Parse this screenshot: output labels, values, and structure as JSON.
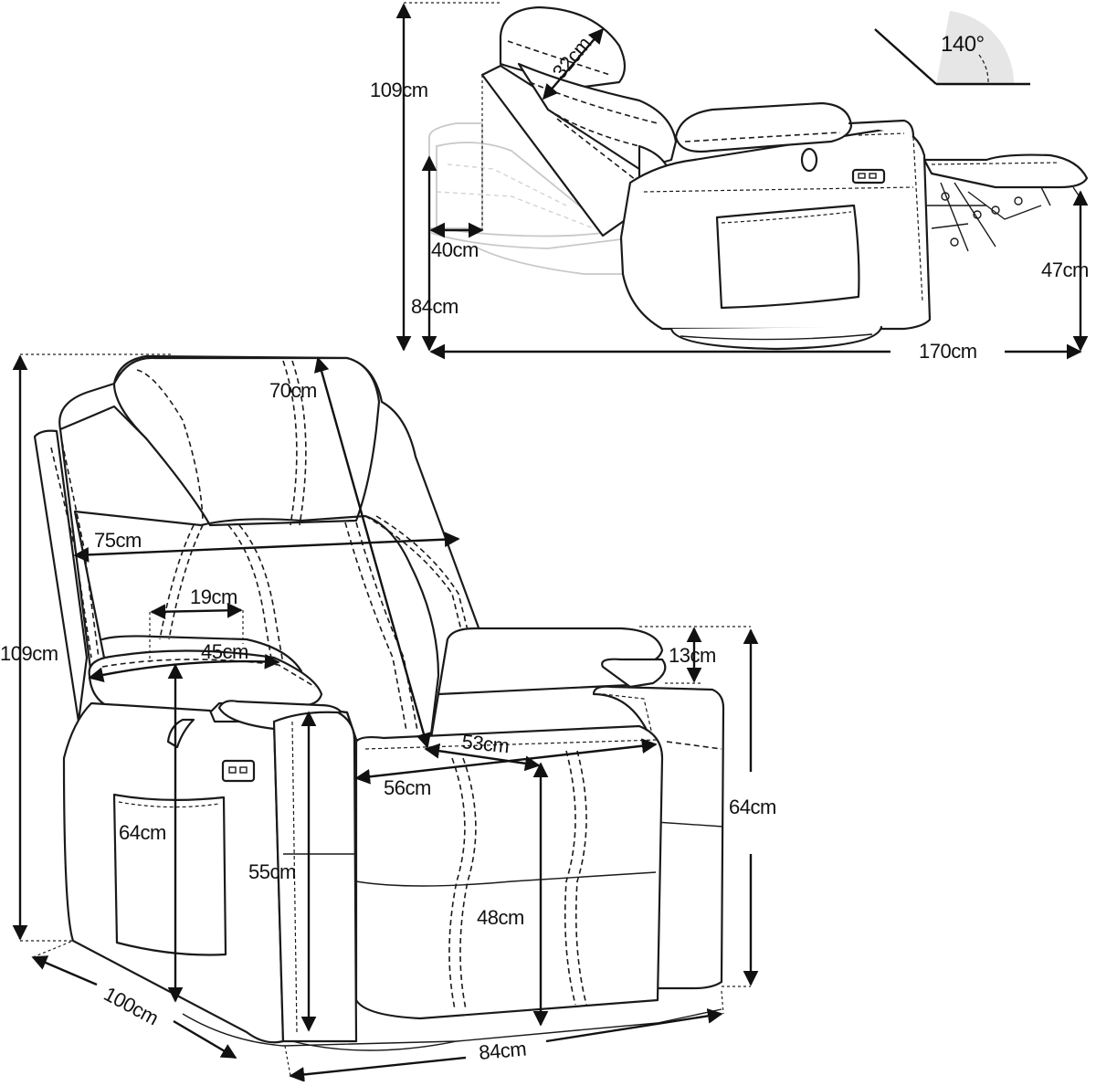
{
  "side_view": {
    "recline_angle": "140°",
    "total_height": "109cm",
    "headrest": "32cm",
    "back_offset": "40cm",
    "seat_back_height": "84cm",
    "footrest_height": "47cm",
    "reclined_length": "170cm"
  },
  "front_view": {
    "total_height": "109cm",
    "back_height": "70cm",
    "back_width": "75cm",
    "pocket_width": "19cm",
    "armrest_length": "45cm",
    "armrest_thickness": "13cm",
    "seat_depth": "53cm",
    "seat_width": "56cm",
    "side_height": "64cm",
    "arm_height": "64cm",
    "inner_arm_height": "55cm",
    "seat_height": "48cm",
    "depth": "100cm",
    "width": "84cm"
  },
  "colors": {
    "line": "#1a1a1a",
    "ghost": "#c8c8c8",
    "angle_fill": "#e6e6e6"
  }
}
